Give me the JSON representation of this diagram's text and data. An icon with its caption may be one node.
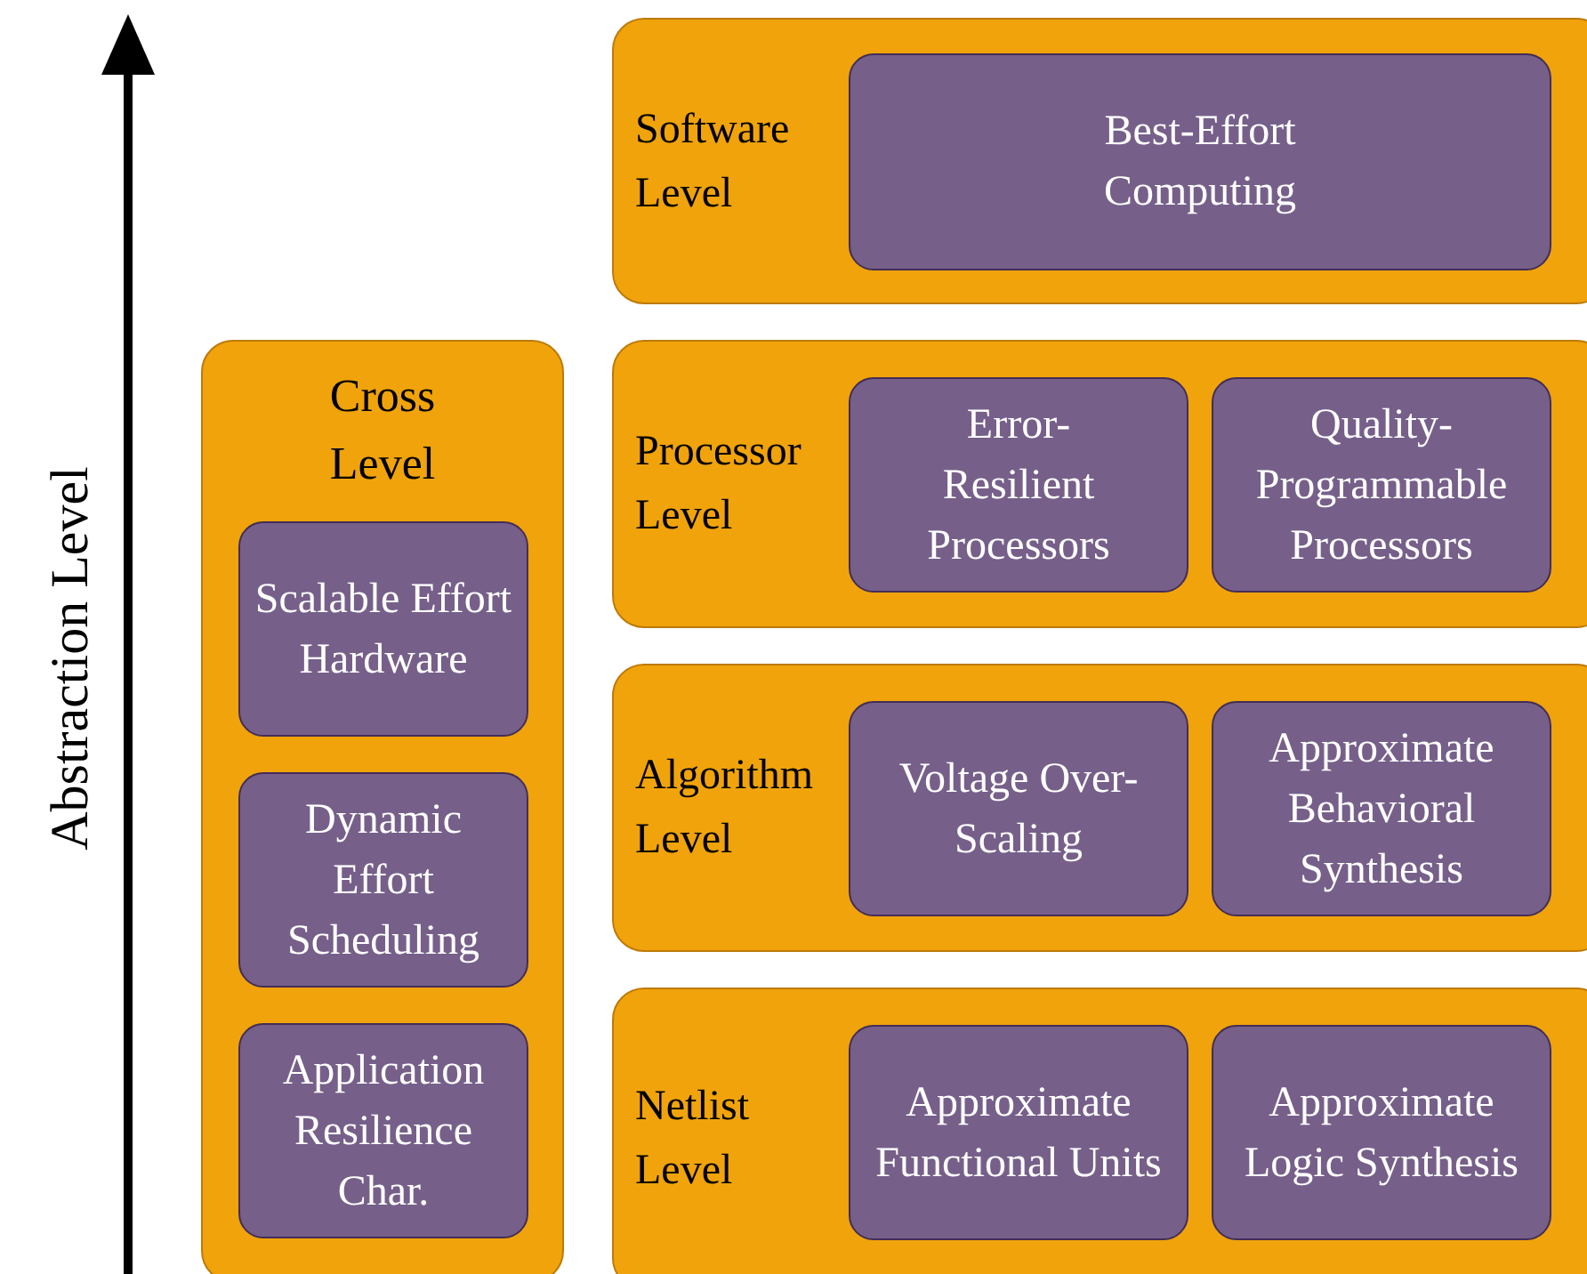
{
  "diagram": {
    "nodes": [
      {
        "text": [
          "Software Level"
        ]
      },
      {
        "text": [
          "Best-Effort Computing"
        ],
        "in": 0
      },
      {
        "text": [
          "Cross Level"
        ]
      },
      {
        "text": [
          "Scalable Effort Hardware"
        ],
        "in": 2
      },
      {
        "text": [
          "Dynamic Effort Scheduling"
        ],
        "in": 2
      },
      {
        "text": [
          "Application Resilience Char."
        ],
        "in": 2
      },
      {
        "text": [
          "Processor Level"
        ]
      },
      {
        "text": [
          "Error-Resilient Processors"
        ],
        "in": 6
      },
      {
        "text": [
          "Quality-Programmable Processors"
        ],
        "in": 6
      },
      {
        "text": [
          "Algorithm Level"
        ]
      },
      {
        "text": [
          "Voltage Over-Scaling"
        ],
        "in": 9
      },
      {
        "text": [
          "Approximate Behavioral Synthesis"
        ],
        "in": 9
      },
      {
        "text": [
          "Netlist Level"
        ]
      },
      {
        "text": [
          "Approximate Functional Units"
        ],
        "in": 12
      },
      {
        "text": [
          "Approximate Logic Synthesis"
        ],
        "in": 12
      }
    ],
    "labels": [
      "Abstraction Level"
    ]
  }
}
